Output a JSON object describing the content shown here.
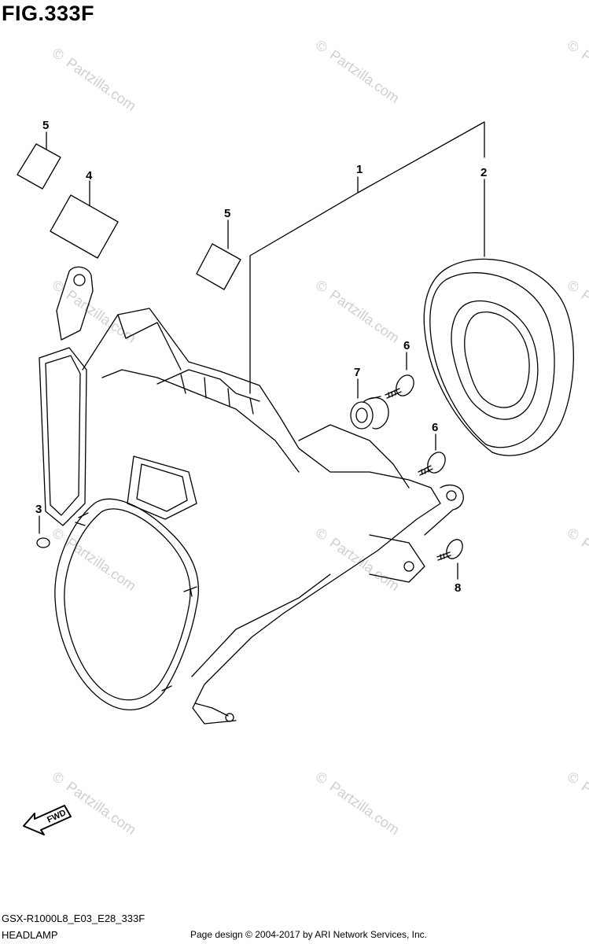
{
  "figure": {
    "title": "FIG.333F"
  },
  "callouts": [
    "1",
    "2",
    "3",
    "4",
    "5",
    "5",
    "6",
    "6",
    "7",
    "8"
  ],
  "fwd_label": "FWD",
  "watermark": {
    "symbol": "©",
    "text": "Partzilla.com"
  },
  "footer": {
    "code": "GSX-R1000L8_E03_E28_333F",
    "name": "HEADLAMP",
    "copyright": "Page design © 2004-2017 by ARI Network Services, Inc."
  },
  "colors": {
    "ink": "#000000",
    "watermark": "#cfcfcf",
    "background": "#ffffff"
  }
}
